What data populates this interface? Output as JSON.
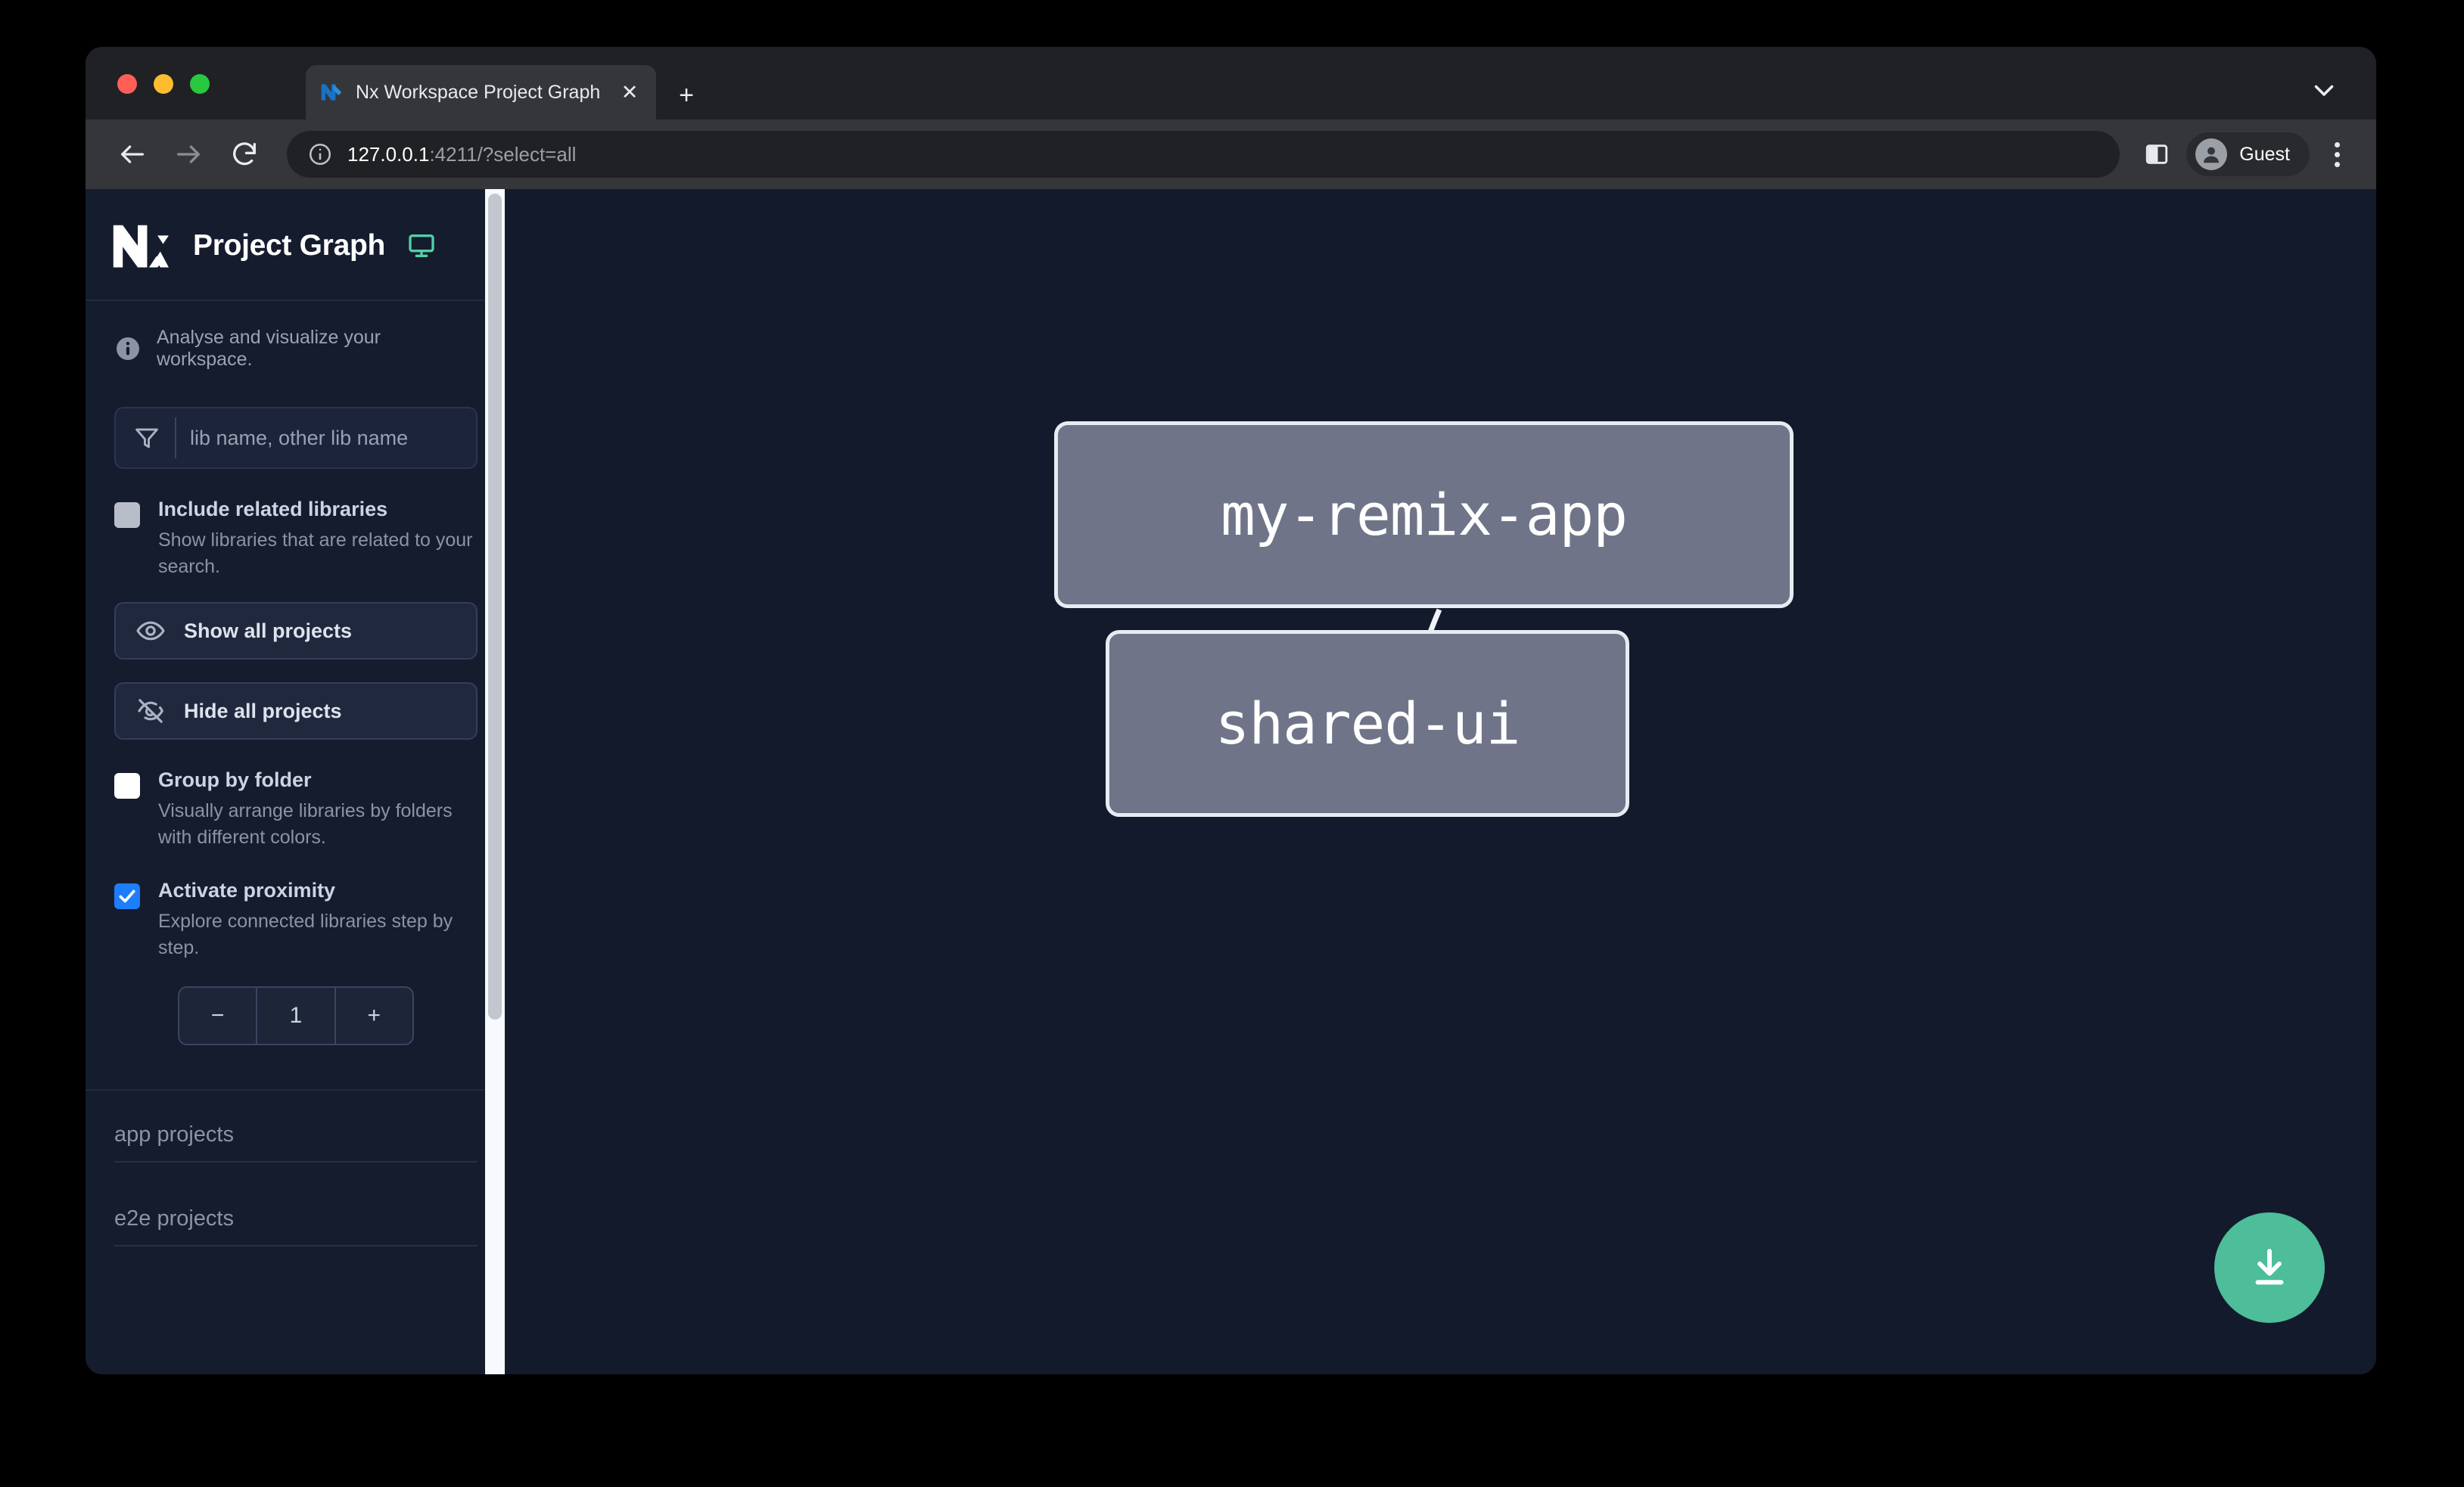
{
  "browser": {
    "tab": {
      "title": "Nx Workspace Project Graph",
      "favicon_icon": "nx-favicon-icon",
      "close_label": "✕"
    },
    "new_tab_label": "+",
    "tabstrip_chevron_icon": "chevron-down-icon",
    "toolbar": {
      "back_icon": "arrow-left-icon",
      "forward_icon": "arrow-right-icon",
      "reload_icon": "reload-icon",
      "site_info_icon": "info-circle-icon",
      "url_host": "127.0.0.1",
      "url_rest": ":4211/?select=all",
      "side_panel_icon": "side-panel-icon",
      "profile_name": "Guest",
      "profile_avatar_icon": "person-icon",
      "menu_icon": "kebab-menu-icon"
    }
  },
  "sidebar": {
    "logo_icon": "nx-logo-icon",
    "title": "Project Graph",
    "monitor_icon": "monitor-icon",
    "tagline_icon": "info-icon",
    "tagline": "Analyse and visualize your workspace.",
    "filter": {
      "icon": "filter-icon",
      "placeholder": "lib name, other lib name",
      "value": ""
    },
    "options": [
      {
        "id": "include-related-libraries",
        "title": "Include related libraries",
        "description": "Show libraries that are related to your search.",
        "checkbox_state": "disabled"
      },
      {
        "id": "group-by-folder",
        "title": "Group by folder",
        "description": "Visually arrange libraries by folders with different colors.",
        "checkbox_state": "unchecked"
      },
      {
        "id": "activate-proximity",
        "title": "Activate proximity",
        "description": "Explore connected libraries step by step.",
        "checkbox_state": "checked"
      }
    ],
    "buttons": [
      {
        "id": "show-all-projects",
        "label": "Show all projects",
        "icon": "eye-icon"
      },
      {
        "id": "hide-all-projects",
        "label": "Hide all projects",
        "icon": "eye-slash-icon"
      }
    ],
    "stepper": {
      "decrement_label": "−",
      "value": "1",
      "increment_label": "+"
    },
    "sections": [
      {
        "id": "app-projects",
        "label": "app projects"
      },
      {
        "id": "e2e-projects",
        "label": "e2e projects"
      }
    ],
    "scrollbar": {
      "thumb_position": "top"
    }
  },
  "graph": {
    "nodes": [
      {
        "id": "my-remix-app",
        "label": "my-remix-app"
      },
      {
        "id": "shared-ui",
        "label": "shared-ui"
      }
    ],
    "edges": [
      {
        "from": "my-remix-app",
        "to": "shared-ui"
      }
    ],
    "download_button": {
      "icon": "download-icon",
      "label": ""
    }
  },
  "colors": {
    "accent_green": "#4dbd9a",
    "checkbox_blue": "#1d7efd",
    "node_fill": "#6f7489",
    "node_border": "#e8ebf2",
    "canvas_bg": "#131a2b",
    "sidebar_bg": "#151c2e"
  }
}
